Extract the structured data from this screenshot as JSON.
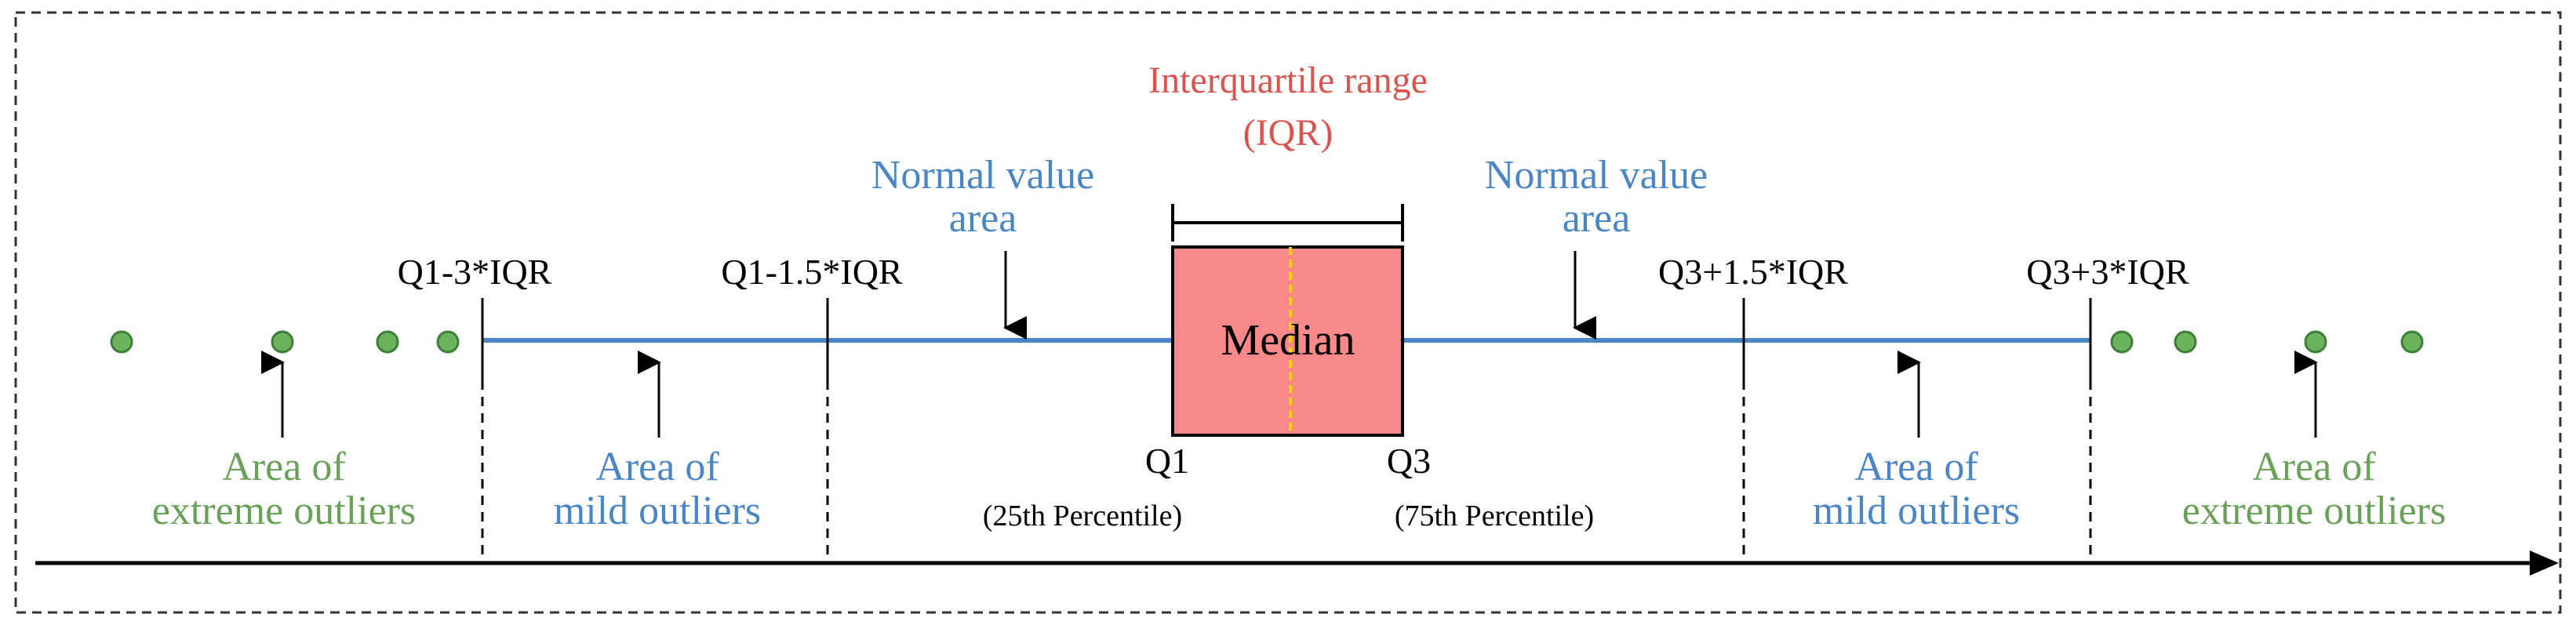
{
  "colors": {
    "blue": "#4a86c5",
    "green": "#6aa159",
    "red": "#d9534f",
    "box_fill": "#f8898a",
    "median_line": "#f5d300",
    "dot_fill": "#6cb35e",
    "dot_stroke": "#3f7e38",
    "black": "#000000"
  },
  "iqr": {
    "title_line1": "Interquartile range",
    "title_line2": "(IQR)"
  },
  "box": {
    "median_label": "Median",
    "q1_label": "Q1",
    "q3_label": "Q3",
    "q1_percentile": "(25th Percentile)",
    "q3_percentile": "(75th Percentile)"
  },
  "fences": {
    "q1_minus_3": "Q1-3*IQR",
    "q1_minus_1_5": "Q1-1.5*IQR",
    "q3_plus_1_5": "Q3+1.5*IQR",
    "q3_plus_3": "Q3+3*IQR"
  },
  "areas": {
    "normal_left_line1": "Normal value",
    "normal_left_line2": "area",
    "normal_right_line1": "Normal value",
    "normal_right_line2": "area",
    "mild_left_line1": "Area of",
    "mild_left_line2": "mild outliers",
    "mild_right_line1": "Area of",
    "mild_right_line2": "mild outliers",
    "extreme_left_line1": "Area of",
    "extreme_left_line2": "extreme outliers",
    "extreme_right_line1": "Area of",
    "extreme_right_line2": "extreme outliers"
  }
}
